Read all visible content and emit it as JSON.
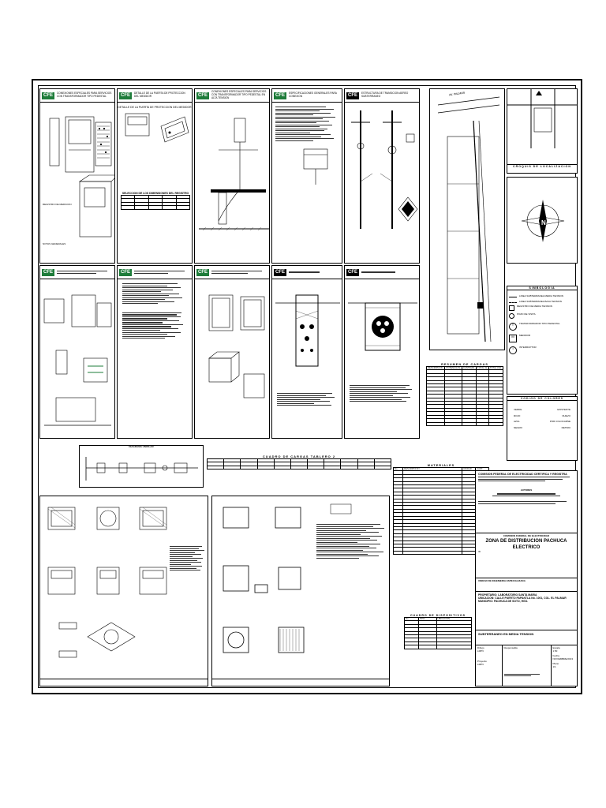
{
  "top_panels": [
    {
      "logo": "CFE",
      "title": "CONEXIONES ESPECIALES PARA SERVICIOS CON TRANSFORMADOR TIPO PEDESTAL"
    },
    {
      "logo": "CFE",
      "title": "DETALLE DE LA PUERTA DE PROTECCION DEL MEDIDOR"
    },
    {
      "logo": "CFE",
      "title": "CONEXIONES ESPECIALES PARA SERVICIOS CON TRANSFORMADOR TIPO PEDESTAL EN ALTA TENSION"
    },
    {
      "logo": "CFE",
      "title": "ESPECIFICACIONES GENERALES PARA CONEXION"
    },
    {
      "logo": "CFE",
      "title": "ESTRUCTURA DE TRANSICION AEREO SUBTERRANEO"
    }
  ],
  "detail_title": "DETALLE DE LA PUERTA DE PROTECCION DEL MEDIDOR",
  "seleccion_title": "SELECCION DE LOS DIMENSIONES DEL REGISTRO",
  "localizacion": {
    "title": "CROQUIS DE LOCALIZACION",
    "street": "AV. PALMAR"
  },
  "simbologia": {
    "title": "SIMBOLOGIA",
    "items": [
      "LINEA SUBTERRANEA MEDIA TENSION",
      "LINEA SUBTERRANEA BAJA TENSION",
      "REGISTRO DE MEDIA TENSION",
      "POZO DE VISITA",
      "TRANSFORMADOR TIPO PEDESTAL",
      "MEDIDOR",
      "INTERRUPTOR"
    ]
  },
  "codigo_colores": {
    "title": "CODIGO DE COLORES",
    "items": [
      {
        "label": "VERDE",
        "value": "EXISTENTE"
      },
      {
        "label": "ROJO",
        "value": "NUEVO"
      },
      {
        "label": "AZUL",
        "value": "POR COLOCARSE"
      },
      {
        "label": "NEGRO",
        "value": "RETIRO"
      }
    ]
  },
  "resumen_cargas": {
    "title": "RESUMEN DE CARGAS",
    "headers": [
      "DESCRIPCION",
      "POTENCIA W",
      "CANTIDAD",
      "TOTAL W",
      "TOTAL kVA"
    ],
    "row_count": 16
  },
  "cuadro_cargas": {
    "title": "CUADRO DE CARGAS TABLERO 2"
  },
  "diagrama_unifilar": {
    "title": "DIAGRAMA UNIFILAR"
  },
  "materiales": {
    "title": "MATERIALES",
    "headers": [
      "No.",
      "DESCRIPCION",
      "UNIDAD",
      "CANT."
    ],
    "row_count": 24
  },
  "cuadro_dispositivos": {
    "title": "CUADRO DE DISPOSITIVOS",
    "headers": [
      "No.",
      "TIPO",
      "UBICACION"
    ]
  },
  "title_block": {
    "certificacion": "COMISION FEDERAL DE ELECTRICIDAD CERTIFICA Y REGISTRA",
    "autores": "AUTORES",
    "cfe": "COMISION FEDERAL DE ELECTRICIDAD",
    "zona": "ZONA DE DISTRIBUCION PACHUCA",
    "area": "ELECTRICO",
    "id_label": "ID",
    "unidad": "UNIDAD DE INGENIERIA ESPECIALIZADA",
    "propietario": "PROPIETARIO: LABORATORIO SANTA MARIA",
    "ubicacion": "UBICACION: CALLE PUERTO PAPANTLA No. 1001, COL. EL PALMAR",
    "municipio": "MUNICIPIO: PACHUCA DE SOTO, HGO.",
    "proyecto": "SUBTERRANEO EN MEDIA TENSION",
    "dibujo_label": "Dibujo",
    "dibujo": "LMPV",
    "responsable_label": "Responsable",
    "proyecto_label": "Proyecto",
    "proyecto_value": "LMPV",
    "escala_label": "Escala",
    "escala": "1:50",
    "fecha_label": "Fecha",
    "fecha": "NOVIEMBRE/2013",
    "plano_label": "Plano",
    "plano": "1/1"
  },
  "colors": {
    "cfe_green": "#1e7c3a",
    "line": "#000000"
  }
}
